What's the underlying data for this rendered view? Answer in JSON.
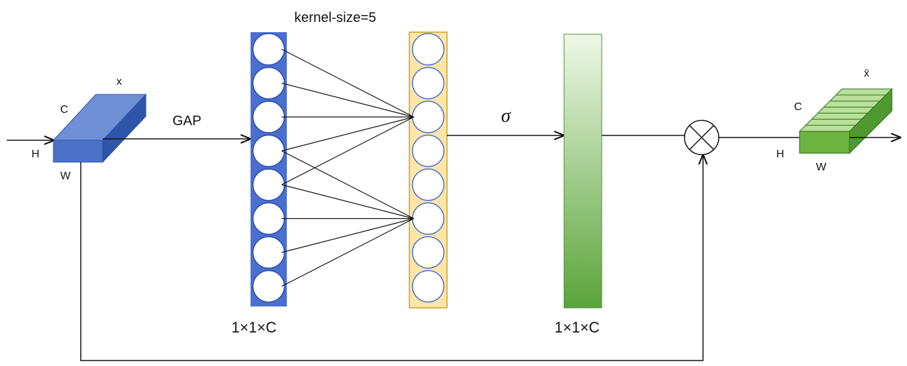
{
  "labels": {
    "kernel": "kernel-size=5",
    "gap": "GAP",
    "sigma": "σ",
    "input_x": "x",
    "input_c": "C",
    "input_h": "H",
    "input_w": "W",
    "out_x": "x̄",
    "out_c": "C",
    "out_h": "H",
    "out_w": "W",
    "vec1_dim": "1×1×C",
    "vec3_dim": "1×1×C",
    "multiply_symbol": "⊗"
  },
  "colors": {
    "input_block": "#4a72c6",
    "input_block_top": "#6f8fd6",
    "input_block_side": "#2f55a8",
    "blue_column": "#4a6fd0",
    "yellow_column": "#fde6a8",
    "yellow_border": "#c9a227",
    "green_top": "#e8f5dc",
    "green_bottom": "#5aa43a",
    "out_block": "#6db33f",
    "out_block_top": "#b9e09a",
    "line": "#111111"
  },
  "structure": {
    "nodes_per_column": 8,
    "kernel_size": 5,
    "connections": [
      {
        "from": 0,
        "to": 2
      },
      {
        "from": 1,
        "to": 2
      },
      {
        "from": 2,
        "to": 2
      },
      {
        "from": 3,
        "to": 2
      },
      {
        "from": 4,
        "to": 2
      },
      {
        "from": 3,
        "to": 5
      },
      {
        "from": 4,
        "to": 5
      },
      {
        "from": 5,
        "to": 5
      },
      {
        "from": 6,
        "to": 5
      },
      {
        "from": 7,
        "to": 5
      }
    ]
  }
}
